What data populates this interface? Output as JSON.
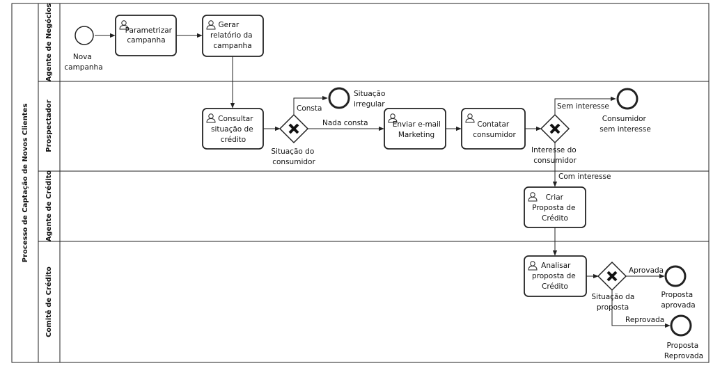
{
  "pool": {
    "label": "Processo de Captação de Novos Clientes"
  },
  "lanes": [
    {
      "id": "agente-negocios",
      "label": "Agente de Negócios"
    },
    {
      "id": "prospectador",
      "label": "Prospectador"
    },
    {
      "id": "agente-credito",
      "label": "Agente de Crédito"
    },
    {
      "id": "comite-credito",
      "label": "Comitê de Crédito"
    }
  ],
  "tasks": {
    "parametrizar": [
      "Parametrizar",
      "campanha"
    ],
    "gerar": [
      "Gerar",
      "relatório da",
      "campanha"
    ],
    "consultar": [
      "Consultar",
      "situação de",
      "crédito"
    ],
    "enviar": [
      "Enviar e-mail",
      "Marketing"
    ],
    "contatar": [
      "Contatar",
      "consumidor"
    ],
    "criar": [
      "Criar",
      "Proposta de",
      "Crédito"
    ],
    "analisar": [
      "Analisar",
      "proposta de",
      "Crédito"
    ]
  },
  "events": {
    "nova": [
      "Nova",
      "campanha"
    ],
    "irregular": [
      "Situação",
      "irregular"
    ],
    "sem_interesse": [
      "Consumidor",
      "sem interesse"
    ],
    "aprovada": [
      "Proposta",
      "aprovada"
    ],
    "reprovada": [
      "Proposta",
      "Reprovada"
    ]
  },
  "gateways": {
    "situacao_consumidor": [
      "Situação do",
      "consumidor"
    ],
    "interesse": [
      "Interesse do",
      "consumidor"
    ],
    "situacao_proposta": [
      "Situação da",
      "proposta"
    ]
  },
  "flows": {
    "consta": "Consta",
    "nada_consta": "Nada consta",
    "sem_interesse": "Sem interesse",
    "com_interesse": "Com interesse",
    "aprovada": "Aprovada",
    "reprovada": "Reprovada"
  }
}
